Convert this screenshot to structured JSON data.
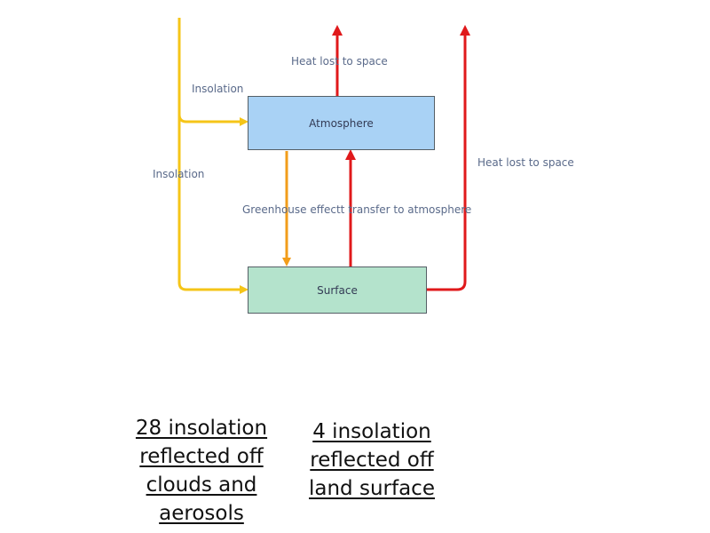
{
  "nodes": {
    "atmosphere": "Atmosphere",
    "surface": "Surface"
  },
  "labels": {
    "insolation_top": "Insolation",
    "insolation_side": "Insolation",
    "heat_lost_top": "Heat lost to space",
    "heat_lost_right": "Heat lost to space",
    "greenhouse": "Greenhouse effectt transfer to atmosphere"
  },
  "captions": {
    "clouds": "28 insolation reflected off clouds and aerosols",
    "land": "4 insolation reflected off land surface"
  },
  "colors": {
    "insolation": "#f5c518",
    "greenhouse": "#f29d1a",
    "heat": "#e0191b",
    "atmosphere_fill": "#a9d2f5",
    "surface_fill": "#b4e3cc"
  }
}
